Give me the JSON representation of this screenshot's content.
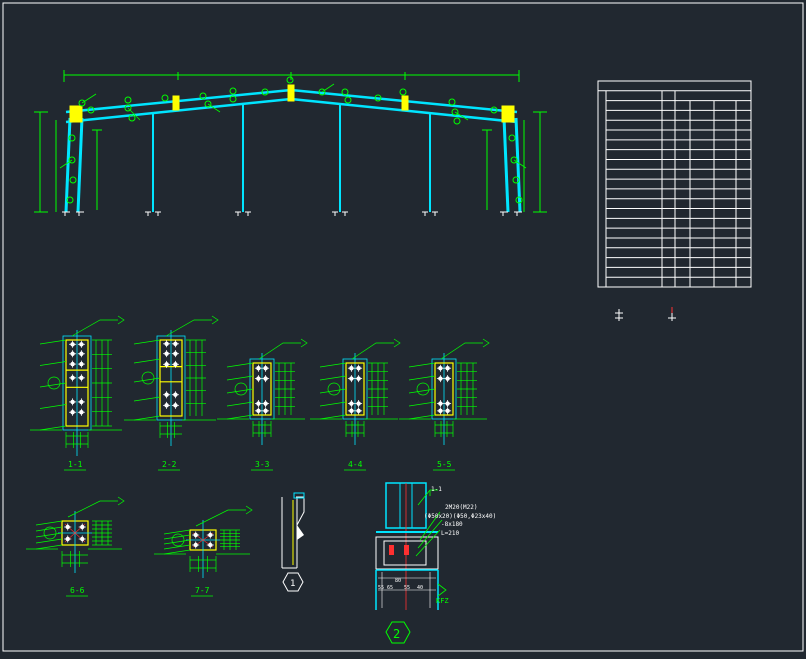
{
  "colors": {
    "background": "#212830",
    "frame": "#ffffff",
    "member": "#00e5ff",
    "dimension": "#00ff00",
    "plate": "#ffff00",
    "bolt": "#ffffff",
    "cut": "#ff3030",
    "table_line": "#ffffff"
  },
  "sections": [
    {
      "label": "1-1"
    },
    {
      "label": "2-2"
    },
    {
      "label": "3-3"
    },
    {
      "label": "4-4"
    },
    {
      "label": "5-5"
    },
    {
      "label": "6-6"
    },
    {
      "label": "7-7"
    }
  ],
  "details": {
    "detail_1": "1",
    "detail_2": "2"
  },
  "base_note": {
    "section_tag": "1-1",
    "bolt_spec": "2M20(M22)",
    "washer_spec": "(Φ50x20)(Φ50,Φ23x40)",
    "plate_spec": "-8x180",
    "length": "L=210",
    "dims": [
      "55",
      "65",
      "80",
      "55",
      "40"
    ],
    "mark": "KFZ"
  },
  "table": {
    "rows": 21,
    "columns": 6
  }
}
